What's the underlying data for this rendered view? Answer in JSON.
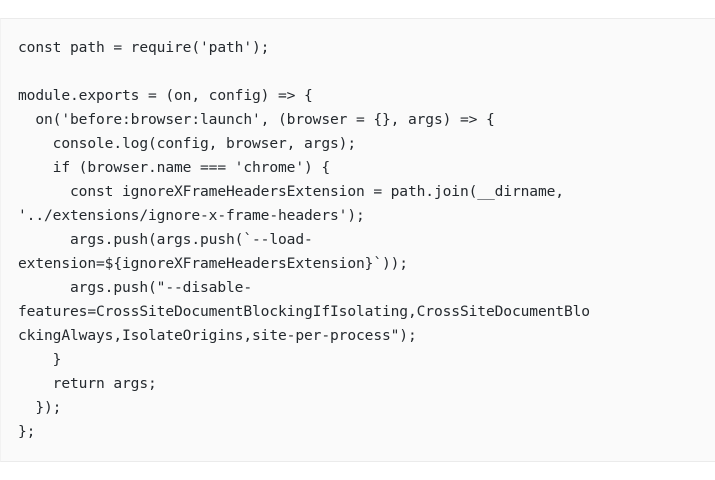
{
  "document": {
    "kind": "code-snippet",
    "language": "javascript",
    "background_color": "#fafafa",
    "text_color": "#24292e",
    "border_color": "#ebebeb"
  },
  "code": {
    "lines": [
      "const path = require('path');",
      "",
      "module.exports = (on, config) => {",
      "  on('before:browser:launch', (browser = {}, args) => {",
      "    console.log(config, browser, args);",
      "    if (browser.name === 'chrome') {",
      "      const ignoreXFrameHeadersExtension = path.join(__dirname,",
      "'../extensions/ignore-x-frame-headers');",
      "      args.push(args.push(`--load-",
      "extension=${ignoreXFrameHeadersExtension}`));",
      "      args.push(\"--disable-",
      "features=CrossSiteDocumentBlockingIfIsolating,CrossSiteDocumentBlo",
      "ckingAlways,IsolateOrigins,site-per-process\");",
      "    }",
      "    return args;",
      "  });",
      "};"
    ]
  }
}
